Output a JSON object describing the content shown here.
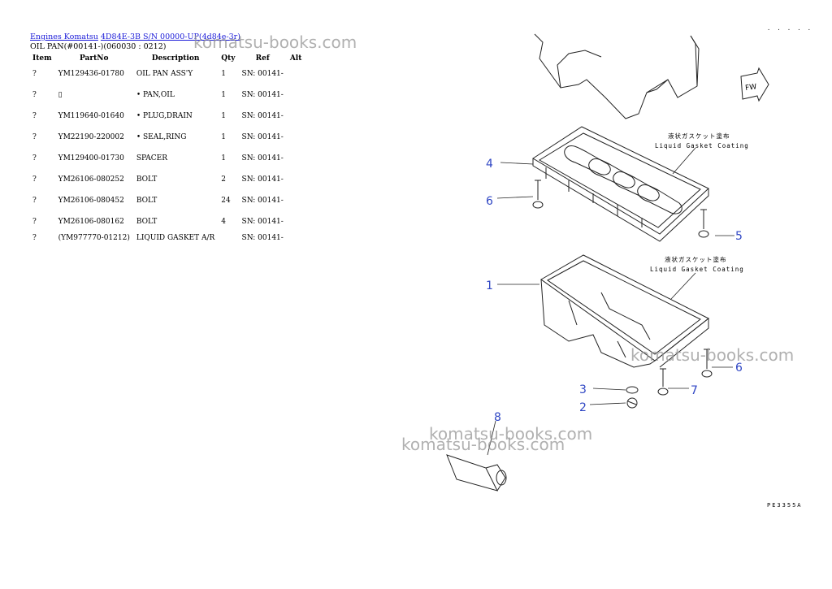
{
  "breadcrumb": {
    "links": [
      "Engines Komatsu",
      "4D84E-3B S/N 00000-UP(4d84e-3r)"
    ]
  },
  "subtitle": "OIL PAN(#00141-)(060030 : 0212)",
  "table": {
    "headers": [
      "Item",
      "PartNo",
      "Description",
      "Qty",
      "Ref",
      "Alt"
    ],
    "rows": [
      {
        "item": "?",
        "partno": "YM129436-01780",
        "description": "OIL PAN ASS'Y",
        "qty": "1",
        "ref": "SN: 00141-",
        "alt": ""
      },
      {
        "item": "?",
        "partno": "▯",
        "description": "• PAN,OIL",
        "qty": "1",
        "ref": "SN: 00141-",
        "alt": ""
      },
      {
        "item": "?",
        "partno": "YM119640-01640",
        "description": "• PLUG,DRAIN",
        "qty": "1",
        "ref": "SN: 00141-",
        "alt": ""
      },
      {
        "item": "?",
        "partno": "YM22190-220002",
        "description": "• SEAL,RING",
        "qty": "1",
        "ref": "SN: 00141-",
        "alt": ""
      },
      {
        "item": "?",
        "partno": "YM129400-01730",
        "description": "SPACER",
        "qty": "1",
        "ref": "SN: 00141-",
        "alt": ""
      },
      {
        "item": "?",
        "partno": "YM26106-080252",
        "description": "BOLT",
        "qty": "2",
        "ref": "SN: 00141-",
        "alt": ""
      },
      {
        "item": "?",
        "partno": "YM26106-080452",
        "description": "BOLT",
        "qty": "24",
        "ref": "SN: 00141-",
        "alt": ""
      },
      {
        "item": "?",
        "partno": "YM26106-080162",
        "description": "BOLT",
        "qty": "4",
        "ref": "SN: 00141-",
        "alt": ""
      },
      {
        "item": "?",
        "partno": "(YM977770-01212)",
        "description": "LIQUID GASKET A/R",
        "qty": "",
        "ref": "SN: 00141-",
        "alt": ""
      }
    ]
  },
  "drawing": {
    "notes": {
      "jp": "液状ガスケット塗布",
      "en": "Liquid Gasket Coating"
    },
    "callouts": {
      "c1": "1",
      "c2": "2",
      "c3": "3",
      "c4": "4",
      "c5": "5",
      "c6a": "6",
      "c6b": "6",
      "c7": "7",
      "c8": "8"
    },
    "fwd": "FW",
    "figure_code": "PE3355A",
    "corner_mark": "· · · · ·"
  },
  "watermark": "komatsu-books.com",
  "colors": {
    "link": "#1a1ad8",
    "callout": "#2f46c4",
    "watermark": "#969696"
  }
}
